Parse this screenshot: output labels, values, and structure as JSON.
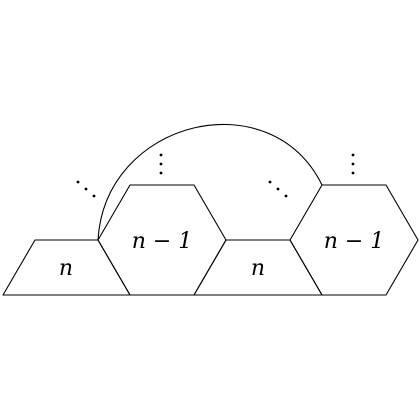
{
  "diagram": {
    "labels": {
      "left_trapezoid": "n",
      "hexagon_1": "n − 1",
      "middle_trapezoid": "n",
      "hexagon_2": "n − 1"
    },
    "ellipses": [
      "diagonal-dots",
      "vertical-dots",
      "diagonal-dots",
      "vertical-dots"
    ],
    "colors": {
      "stroke": "#000000",
      "background": "#ffffff"
    }
  }
}
